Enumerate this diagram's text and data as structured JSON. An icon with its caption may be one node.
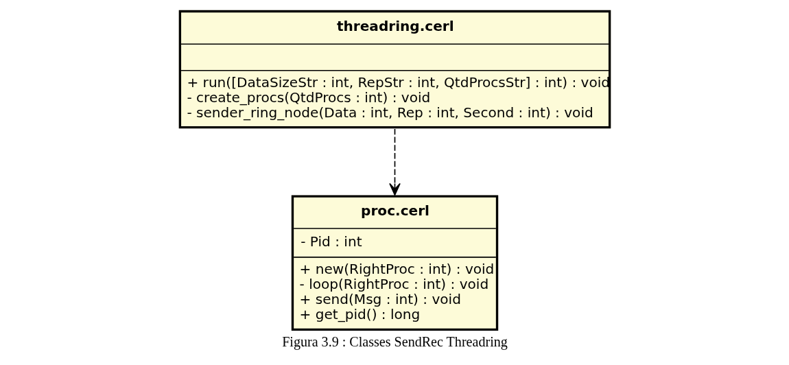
{
  "diagram": {
    "caption": "Figura 3.9 : Classes SendRec Threadring",
    "nodes": [
      {
        "text": [
          "threadring.cerl",
          "+ run([DataSizeStr : int, RepStr : int, QtdProcsStr] : int) : void",
          "- create_procs(QtdProcs : int) : void",
          "- sender_ring_node(Data : int, Rep : int, Second : int) : void"
        ]
      },
      {
        "text": [
          "proc.cerl",
          "- Pid : int",
          "+ new(RightProc : int) : void",
          "- loop(RightProc : int) : void",
          "+ send(Msg : int) : void",
          "+ get_pid() : long"
        ]
      }
    ],
    "edges": [
      {
        "from": 0,
        "to": 1,
        "arrow": "to",
        "style": "dashed"
      }
    ]
  }
}
